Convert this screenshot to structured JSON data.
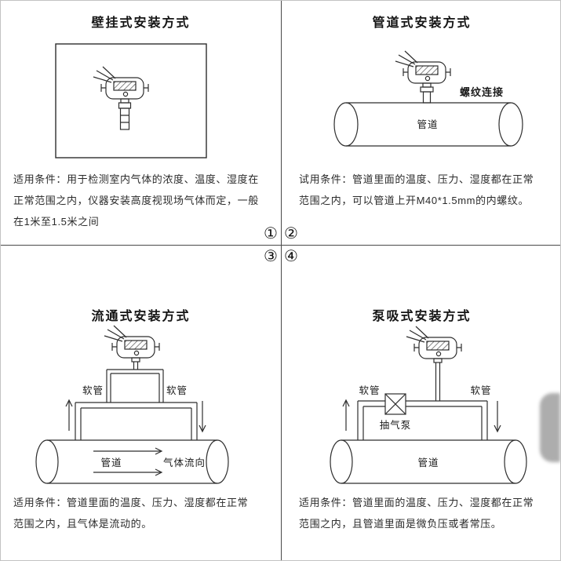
{
  "colors": {
    "ink": "#2e2e2e",
    "divider": "#4a4a4a"
  },
  "numbers": [
    "①",
    "②",
    "③",
    "④"
  ],
  "quadrants": {
    "wall": {
      "title": "壁挂式安装方式",
      "desc_lines": [
        "适用条件：用于检测室内气体的浓度、温度、湿度在",
        "正常范围之内，仪器安装高度视现场气体而定，一般",
        "在1米至1.5米之间"
      ]
    },
    "pipeline": {
      "title": "管道式安装方式",
      "labels": {
        "thread": "螺纹连接",
        "pipe": "管道"
      },
      "desc_lines": [
        "试用条件：管道里面的温度、压力、湿度都在正常",
        "范围之内，可以管道上开M40*1.5mm的内螺纹。"
      ]
    },
    "flow": {
      "title": "流通式安装方式",
      "labels": {
        "hose_left": "软管",
        "hose_right": "软管",
        "pipe": "管道",
        "flow_dir": "气体流向"
      },
      "desc_lines": [
        "适用条件：管道里面的温度、压力、湿度都在正常",
        "范围之内，且气体是流动的。"
      ]
    },
    "pump": {
      "title": "泵吸式安装方式",
      "labels": {
        "hose_left": "软管",
        "hose_right": "软管",
        "pump": "抽气泵",
        "pipe": "管道"
      },
      "desc_lines": [
        "适用条件：管道里面的温度、压力、湿度都在正常",
        "范围之内，且管道里面是微负压或者常压。"
      ]
    }
  }
}
